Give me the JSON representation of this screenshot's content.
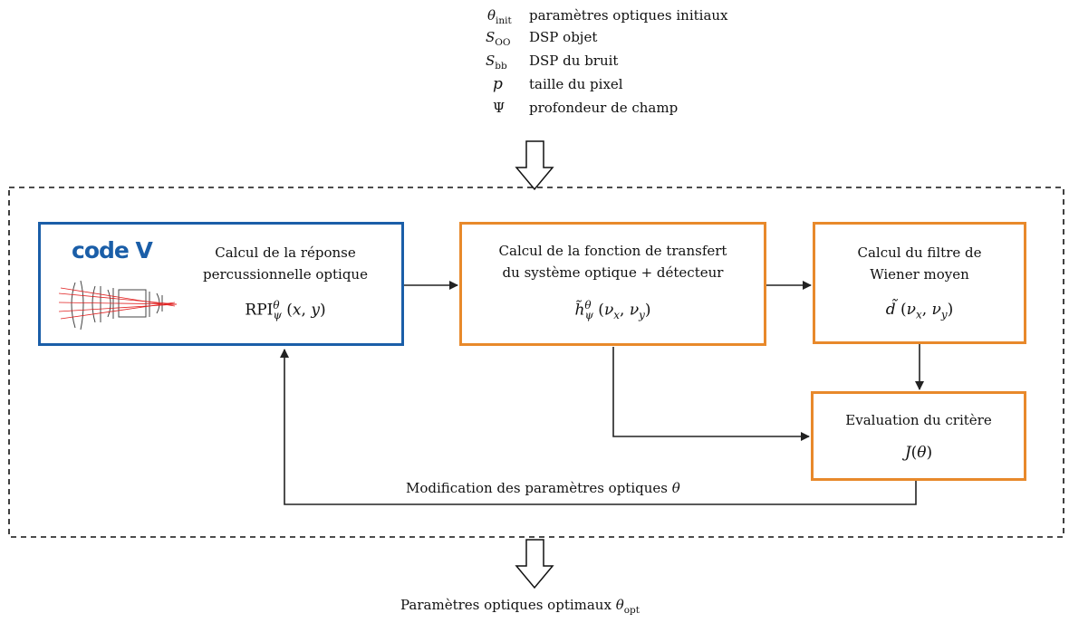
{
  "inputs": [
    {
      "symbol": "θinit",
      "label": "paramètres optiques initiaux"
    },
    {
      "symbol": "SOO",
      "label": "DSP objet"
    },
    {
      "symbol": "Sbb",
      "label": "DSP du bruit"
    },
    {
      "symbol": "p",
      "label": "taille du pixel"
    },
    {
      "symbol": "Ψ",
      "label": "profondeur de champ"
    }
  ],
  "boxes": {
    "psf": {
      "logo": "code V",
      "line1": "Calcul de la réponse",
      "line2": "percussionnelle optique",
      "formula": "RPIψθ(x, y)"
    },
    "otf": {
      "line1": "Calcul de la fonction de transfert",
      "line2": "du système optique + détecteur",
      "formula": "h̃ψθ(νx, νy)"
    },
    "wiener": {
      "line1": "Calcul du filtre de",
      "line2": "Wiener moyen",
      "formula": "d̃(νx, νy)"
    },
    "criterion": {
      "line1": "Evaluation du critère",
      "formula": "J(θ)"
    }
  },
  "feedback_label": "Modification des paramètres optiques θ",
  "output_label": "Paramètres optiques optimaux θopt",
  "colors": {
    "blue_box": "#1a5ea8",
    "orange_box": "#e8892b",
    "lens_ray": "#e02020"
  }
}
